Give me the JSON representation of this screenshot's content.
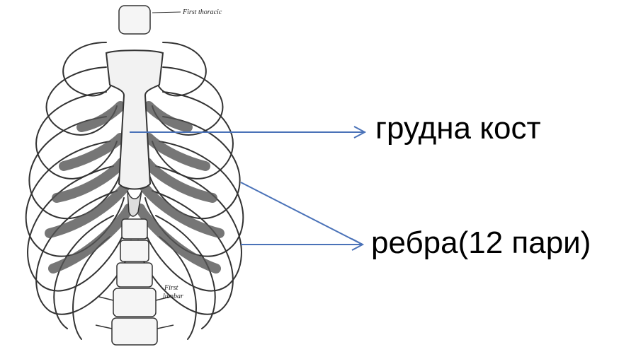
{
  "labels": {
    "sternum": "грудна кост",
    "ribs": "ребра(12 пари)"
  },
  "figure_text": {
    "first_thoracic": "First thoracic",
    "first_lumbar_1": "First",
    "first_lumbar_2": "lumbar"
  },
  "colors": {
    "arrow": "#4a72b8",
    "bone_line": "#333333",
    "cartilage": "#555555"
  }
}
